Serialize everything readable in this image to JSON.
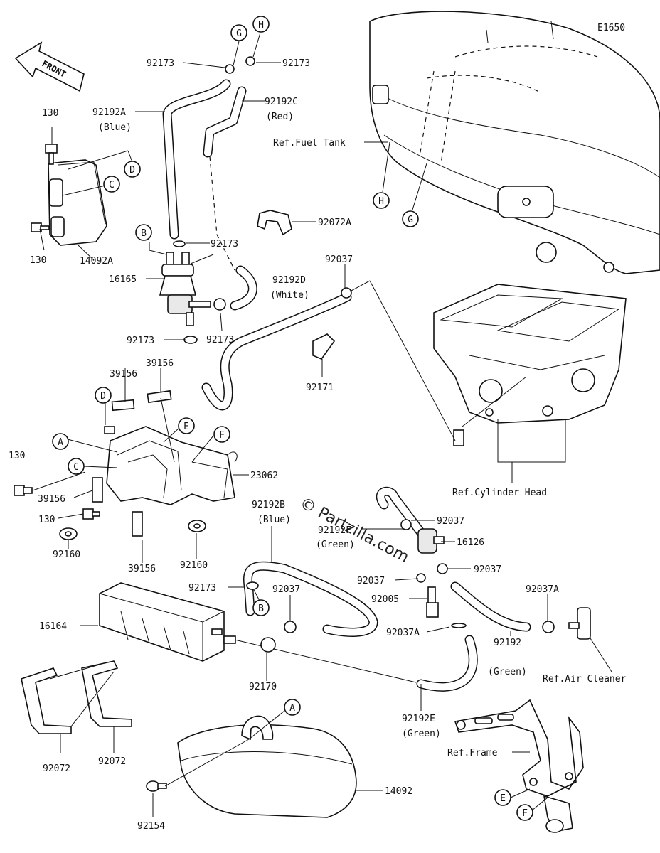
{
  "code": "E1650",
  "front": "FRONT",
  "watermark": "© Partzilla.com",
  "labels": {
    "p92173_1": "92173",
    "p92173_2": "92173",
    "p92173_3": "92173",
    "p92173_4": "92173",
    "p92173_5": "92173",
    "p92173_6": "92173",
    "p92192A": "92192A",
    "p92192A_c": "(Blue)",
    "p92192C": "92192C",
    "p92192C_c": "(Red)",
    "ref_fuel_tank": "Ref.Fuel Tank",
    "p130_1": "130",
    "p130_2": "130",
    "p130_3": "130",
    "p130_4": "130",
    "p14092A": "14092A",
    "p16165": "16165",
    "p92072A": "92072A",
    "p92037_1": "92037",
    "p92192D": "92192D",
    "p92192D_c": "(White)",
    "p92171": "92171",
    "p39156_1": "39156",
    "p39156_2": "39156",
    "p39156_3": "39156",
    "p39156_4": "39156",
    "p23062": "23062",
    "ref_cyl_head": "Ref.Cylinder Head",
    "p92192B": "92192B",
    "p92192B_c": "(Blue)",
    "p92192F": "92192F",
    "p92192F_c": "(Green)",
    "p92037_2": "92037",
    "p16126": "16126",
    "p92037_3": "92037",
    "p92037_4": "92037",
    "p92037_5": "92037",
    "p92005": "92005",
    "p92037A_1": "92037A",
    "p92037A_2": "92037A",
    "p92160_1": "92160",
    "p92160_2": "92160",
    "p16164": "16164",
    "p92170": "92170",
    "p92192": "92192",
    "p92192_c": "(Green)",
    "ref_air_cleaner": "Ref.Air Cleaner",
    "p92192E": "92192E",
    "p92192E_c": "(Green)",
    "ref_frame": "Ref.Frame",
    "p92072_1": "92072",
    "p92072_2": "92072",
    "p14092": "14092",
    "p92154": "92154"
  },
  "markers": {
    "G1": "G",
    "H1": "H",
    "D1": "D",
    "C1": "C",
    "B1": "B",
    "H2": "H",
    "G2": "G",
    "D2": "D",
    "E1": "E",
    "F1": "F",
    "A1": "A",
    "C2": "C",
    "B2": "B",
    "A2": "A",
    "E2": "E",
    "F2": "F"
  }
}
